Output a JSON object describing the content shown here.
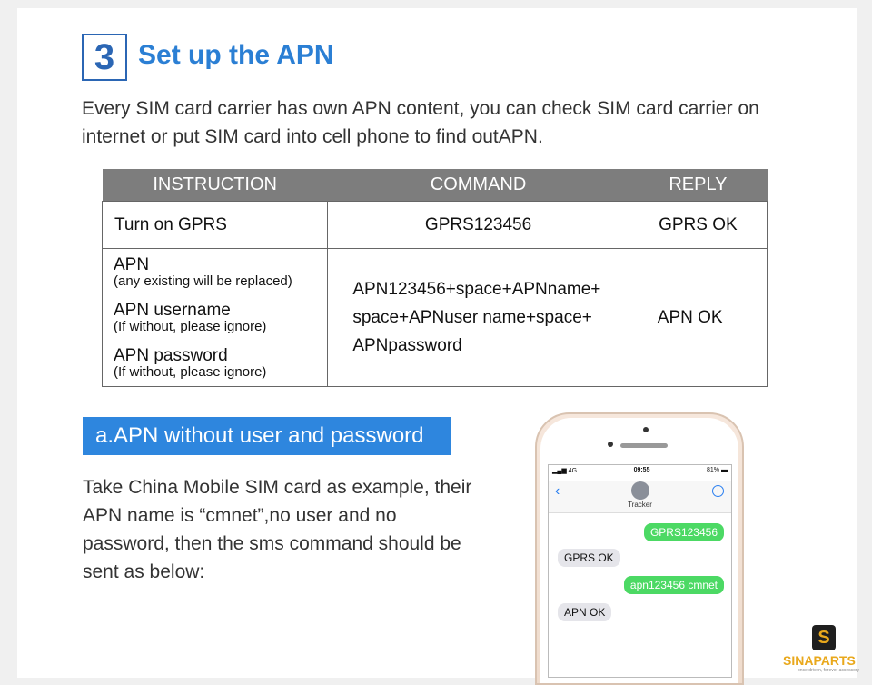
{
  "step": {
    "number": "3",
    "title": "Set up the APN"
  },
  "intro": "Every SIM card carrier has own APN content, you can check SIM card carrier on internet or put SIM card into cell phone to find outAPN.",
  "table": {
    "headers": [
      "INSTRUCTION",
      "COMMAND",
      "REPLY"
    ],
    "row1": {
      "instruction": "Turn on GPRS",
      "command": "GPRS123456",
      "reply": "GPRS OK"
    },
    "row2": {
      "apn": "APN",
      "apn_note": "(any existing will be replaced)",
      "username": "APN username",
      "username_note": "(If without, please ignore)",
      "password": "APN password",
      "password_note": "(If without, please ignore)",
      "command_line1": "APN123456+space+APNname+",
      "command_line2": "space+APNuser name+space+",
      "command_line3": "APNpassword",
      "reply": "APN OK"
    }
  },
  "banner": "a.APN without user and password",
  "example": "Take China Mobile SIM card as example, their APN name is “cmnet”,no user and no password, then the sms command should be sent as below:",
  "phone": {
    "network": "4G",
    "time": "09:55",
    "battery": "81%",
    "contact": "Tracker",
    "messages": [
      {
        "text": "GPRS123456",
        "dir": "out"
      },
      {
        "text": "GPRS OK",
        "dir": "in"
      },
      {
        "text": "apn123456 cmnet",
        "dir": "out"
      },
      {
        "text": "APN OK",
        "dir": "in"
      }
    ]
  },
  "logo": {
    "mark": "S",
    "name": "SINAPARTS",
    "tagline": "once driven, forever accessory"
  }
}
